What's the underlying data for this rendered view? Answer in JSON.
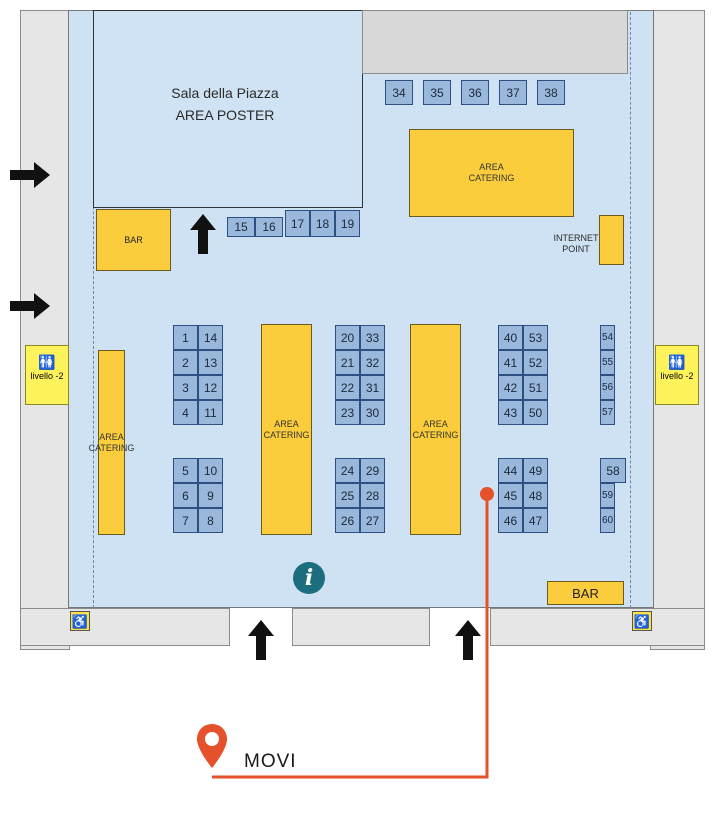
{
  "rooms": {
    "poster_line1": "Sala della Piazza",
    "poster_line2": "AREA POSTER"
  },
  "catering": {
    "label": "AREA\nCATERING"
  },
  "bar": {
    "left_label": "BAR",
    "right_label": "BAR"
  },
  "internet_point": {
    "label": "INTERNET\nPOINT"
  },
  "toilets": {
    "left_label": "livello -2",
    "right_label": "livello -2"
  },
  "booths": {
    "top_row": [
      "34",
      "35",
      "36",
      "37",
      "38"
    ],
    "row_15": [
      "15",
      "16"
    ],
    "row_17": [
      "17",
      "18",
      "19"
    ],
    "col_a_left": [
      "1",
      "2",
      "3",
      "4"
    ],
    "col_a_right": [
      "14",
      "13",
      "12",
      "11"
    ],
    "col_b_left": [
      "5",
      "6",
      "7"
    ],
    "col_b_right": [
      "10",
      "9",
      "8"
    ],
    "col_c_left": [
      "20",
      "21",
      "22",
      "23"
    ],
    "col_c_right": [
      "33",
      "32",
      "31",
      "30"
    ],
    "col_d_left": [
      "24",
      "25",
      "26"
    ],
    "col_d_right": [
      "29",
      "28",
      "27"
    ],
    "col_e_left": [
      "40",
      "41",
      "42",
      "43"
    ],
    "col_e_right": [
      "53",
      "52",
      "51",
      "50"
    ],
    "col_f_left": [
      "44",
      "45",
      "46"
    ],
    "col_f_right": [
      "49",
      "48",
      "47"
    ],
    "col_g_top": [
      "54",
      "55",
      "56",
      "57"
    ],
    "booth_58": "58",
    "col_g_bottom": [
      "59",
      "60"
    ]
  },
  "route": {
    "label": "MOVI",
    "color": "#e4512a"
  },
  "colors": {
    "hall": "#cfe2f3",
    "booth": "#9ab7dc",
    "catering": "#fbcd3c",
    "info": "#1c6e7e"
  }
}
